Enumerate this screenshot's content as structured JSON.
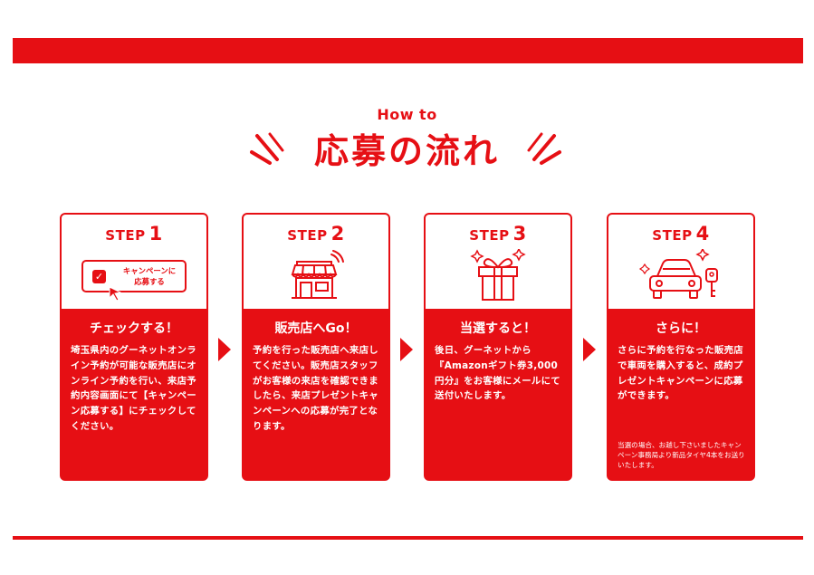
{
  "header": {
    "how_to": "How to",
    "title": "応募の流れ"
  },
  "colors": {
    "brand_red": "#e60f14",
    "background": "#ffffff"
  },
  "steps": [
    {
      "label": "STEP",
      "number": "1",
      "icon": "checkbox-cursor-icon",
      "icon_text": "キャンペーンに\n応募する",
      "heading": "チェックする！",
      "body": "埼玉県内のグーネットオンライン予約が可能な販売店にオンライン予約を行い、来店予約内容画面にて【キャンペーン応募する】にチェックしてください。"
    },
    {
      "label": "STEP",
      "number": "2",
      "icon": "store-icon",
      "heading": "販売店へGo！",
      "body": "予約を行った販売店へ来店してください。販売店スタッフがお客様の来店を確認できましたら、来店プレゼントキャンペーンへの応募が完了となります。"
    },
    {
      "label": "STEP",
      "number": "3",
      "icon": "gift-icon",
      "heading": "当選すると！",
      "body": "後日、グーネットから『Amazonギフト券3,000円分』をお客様にメールにて送付いたします。"
    },
    {
      "label": "STEP",
      "number": "4",
      "icon": "car-key-icon",
      "heading": "さらに！",
      "body": "さらに予約を行なった販売店で車両を購入すると、成約プレゼントキャンペーンに応募ができます。",
      "note": "当選の場合、お越し下さいましたキャンペーン事務局より新品タイヤ4本をお送りいたします。"
    }
  ]
}
